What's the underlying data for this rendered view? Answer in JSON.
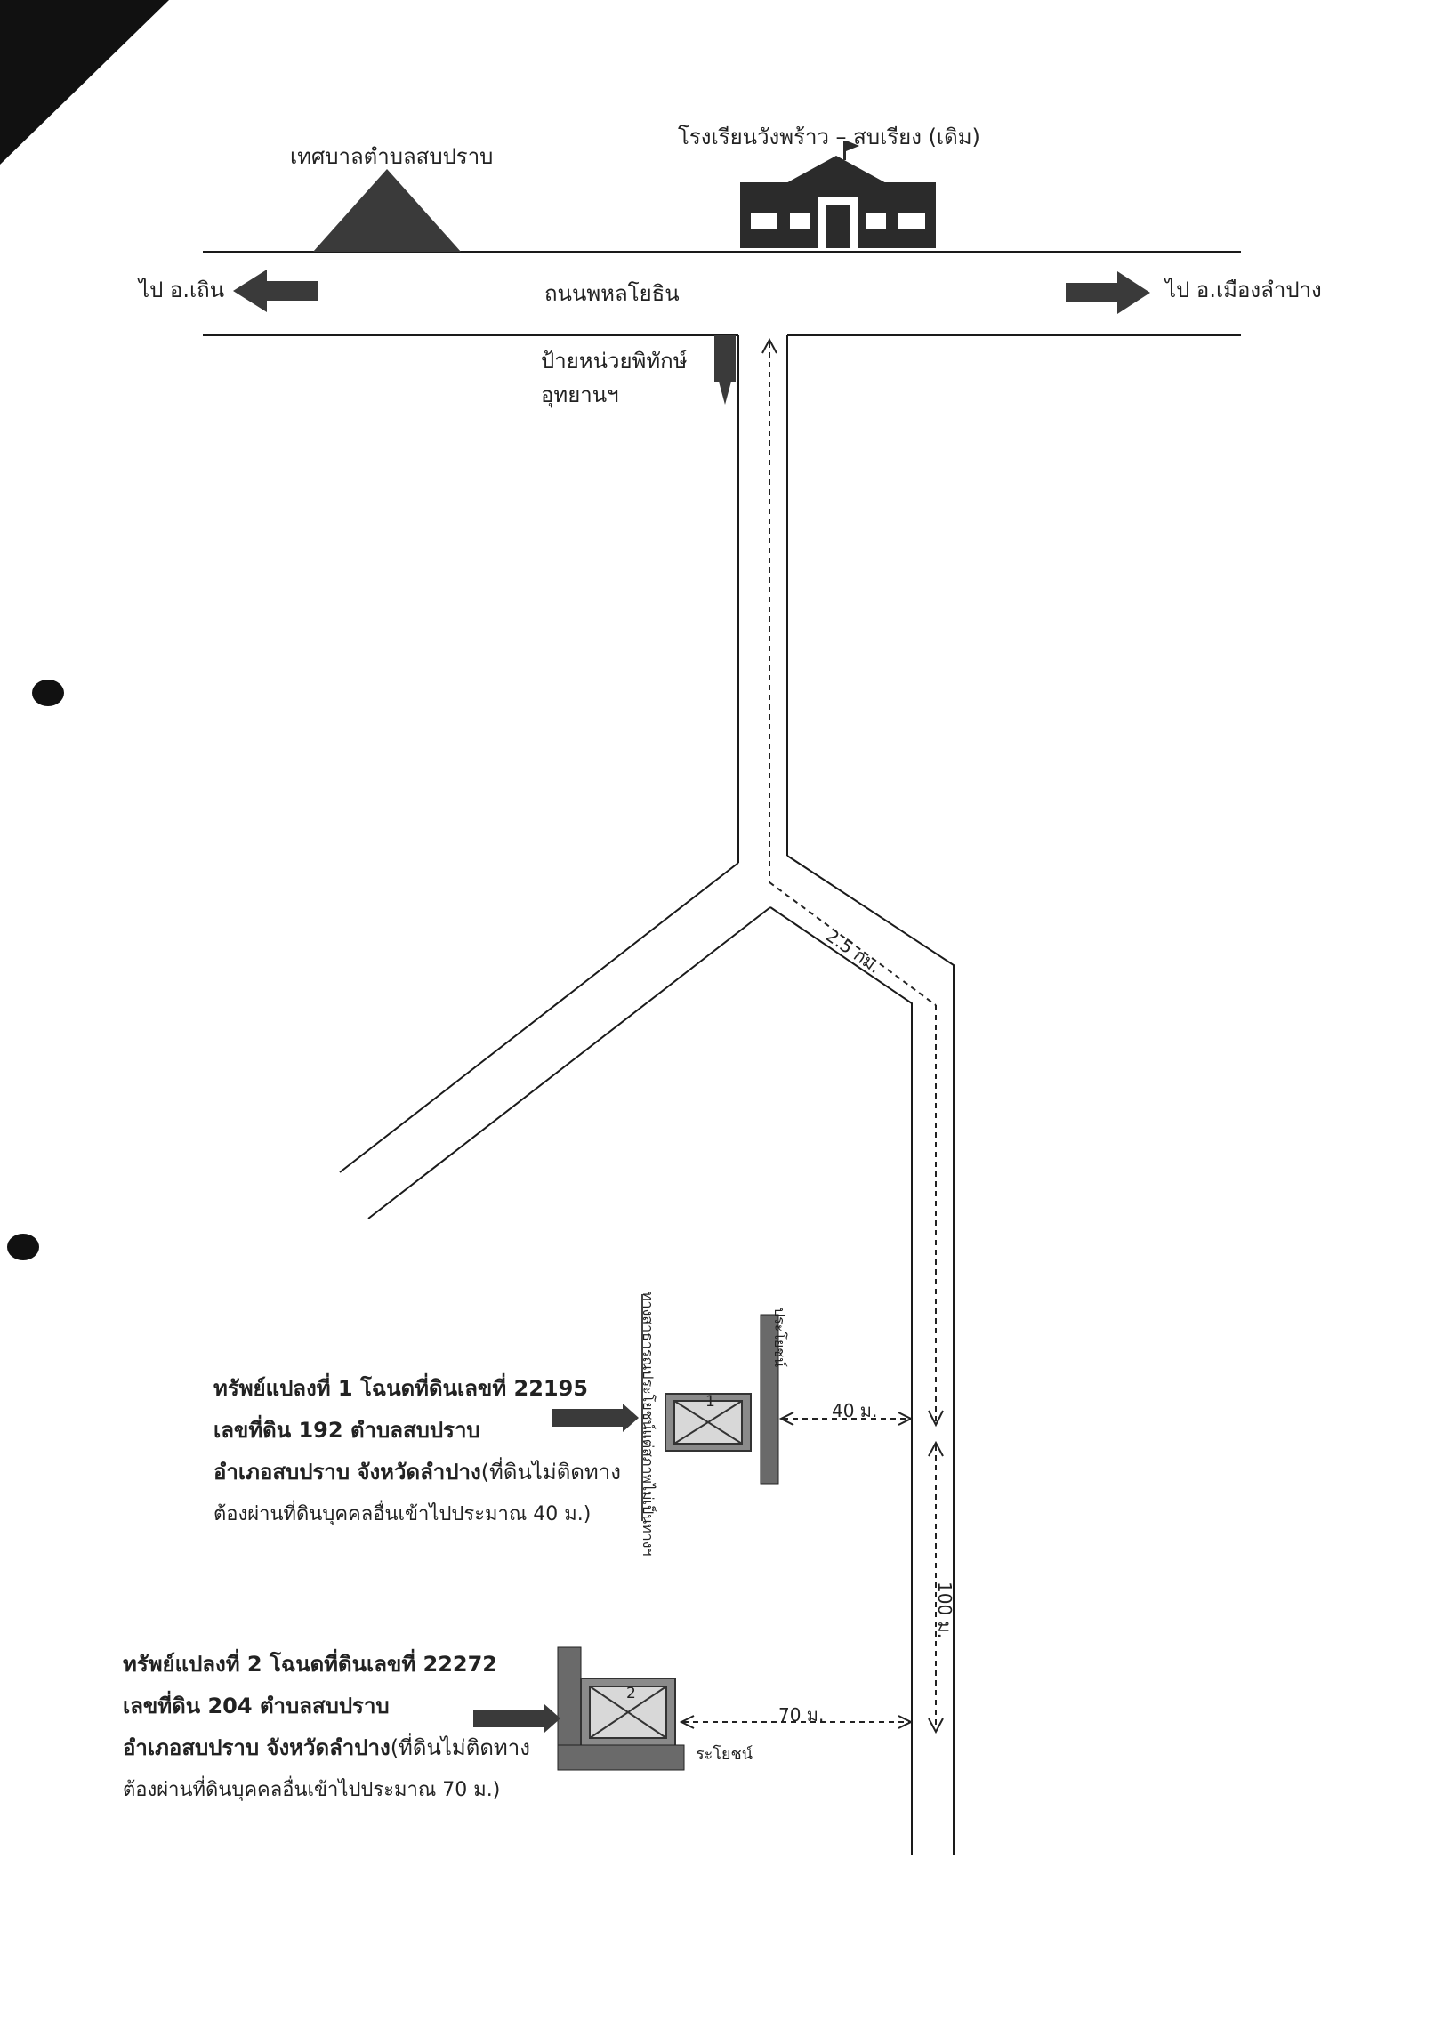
{
  "landmarks": {
    "municipality": "เทศบาลตำบลสบปราบ",
    "school": "โรงเรียนวังพร้าว – สบเรียง (เดิม)",
    "road": "ถนนพหลโยธิน",
    "to_left": "ไป อ.เถิน",
    "to_right": "ไป อ.เมืองลำปาง",
    "sign_line1": "ป้ายหน่วยพิทักษ์",
    "sign_line2": "อุทยานฯ"
  },
  "distances": {
    "km": "2.5 กม.",
    "m40": "40 ม.",
    "m100": "100 ม.",
    "m70": "70 ม."
  },
  "parcel1": {
    "number": "1",
    "line1": "ทรัพย์แปลงที่ 1 โฉนดที่ดินเลขที่  22195",
    "line2": "เลขที่ดิน  192  ตำบลสบปราบ",
    "line3": "อำเภอสบปราบ  จังหวัดลำปาง",
    "line3_note": "(ที่ดินไม่ติดทาง",
    "line4": "ต้องผ่านที่ดินบุคคลอื่นเข้าไปประมาณ 40 ม.)",
    "side_label": "ทางสาธารณประโยชน์แต่สภาพไม่เป็นทางฯ",
    "right_label": "ประโยชน์"
  },
  "parcel2": {
    "number": "2",
    "line1": "ทรัพย์แปลงที่ 2 โฉนดที่ดินเลขที่  22272",
    "line2": "เลขที่ดิน  204  ตำบลสบปราบ",
    "line3": "อำเภอสบปราบ  จังหวัดลำปาง",
    "line3_note": "(ที่ดินไม่ติดทาง",
    "line4": "ต้องผ่านที่ดินบุคคลอื่นเข้าไปประมาณ 70 ม.)",
    "bottom_label": "ระโยชน์"
  },
  "colors": {
    "road_line": "#1a1a1a",
    "arrow_fill": "#3a3a3a",
    "building": "#2b2b2b",
    "parcel_fill": "#8a8a8a"
  }
}
